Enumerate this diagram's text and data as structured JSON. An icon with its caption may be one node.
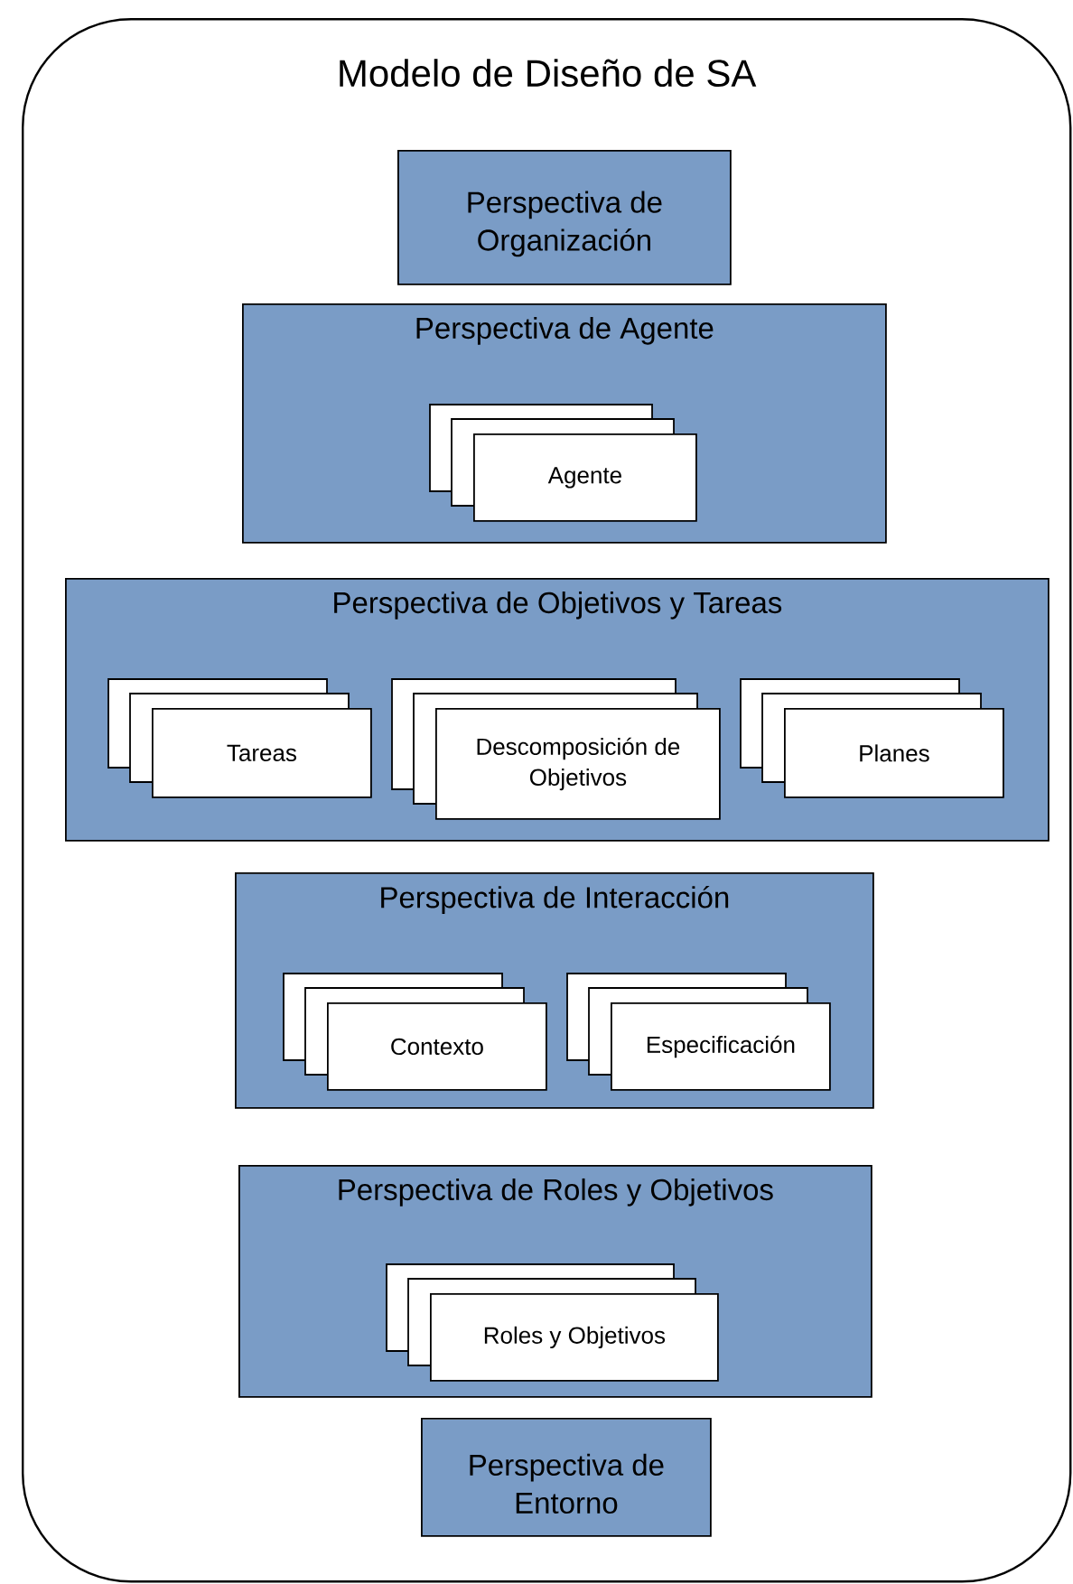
{
  "diagram": {
    "nodes": [
      {
        "text": [
          "Modelo de Diseño de SA"
        ]
      },
      {
        "text": [
          "Perspectiva de Organización"
        ],
        "in": 0
      },
      {
        "text": [
          "Perspectiva de Agente"
        ],
        "in": 0
      },
      {
        "text": [
          "Agente"
        ],
        "in": 2
      },
      {
        "text": [
          "Perspectiva de Objetivos y Tareas"
        ],
        "in": 0
      },
      {
        "text": [
          "Tareas"
        ],
        "in": 4
      },
      {
        "text": [
          "Descomposición de Objetivos"
        ],
        "in": 4
      },
      {
        "text": [
          "Planes"
        ],
        "in": 4
      },
      {
        "text": [
          "Perspectiva de Interacción"
        ],
        "in": 0
      },
      {
        "text": [
          "Contexto"
        ],
        "in": 8
      },
      {
        "text": [
          "Especificación"
        ],
        "in": 8
      },
      {
        "text": [
          "Perspectiva de Roles y Objetivos"
        ],
        "in": 0
      },
      {
        "text": [
          "Roles y Objetivos"
        ],
        "in": 11
      },
      {
        "text": [
          "Perspectiva de Entorno"
        ],
        "in": 0
      }
    ]
  }
}
